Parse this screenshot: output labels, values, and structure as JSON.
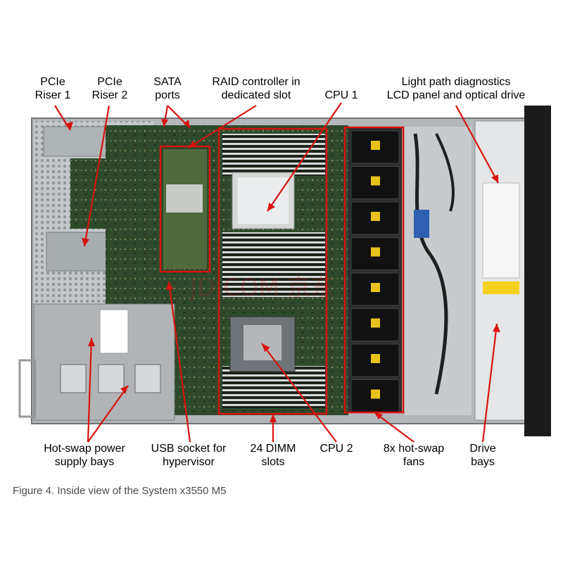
{
  "labels_top": {
    "pcie_riser_1": [
      "PCIe",
      "Riser 1"
    ],
    "pcie_riser_2": [
      "PCIe",
      "Riser 2"
    ],
    "sata_ports": [
      "SATA",
      "ports"
    ],
    "raid_controller": [
      "RAID controller in",
      "dedicated slot"
    ],
    "cpu_1": [
      "CPU 1"
    ],
    "light_path": [
      "Light path diagnostics",
      "LCD panel and optical drive"
    ]
  },
  "labels_bottom": {
    "power_supply_bays": [
      "Hot-swap power",
      "supply bays"
    ],
    "usb_socket": [
      "USB socket for",
      "hypervisor"
    ],
    "dimm_slots": [
      "24 DIMM",
      "slots"
    ],
    "cpu_2": [
      "CPU 2"
    ],
    "fans": [
      "8x hot-swap",
      "fans"
    ],
    "drive_bays": [
      "Drive",
      "bays"
    ]
  },
  "caption": "Figure 4. Inside view of the System x3550 M5",
  "watermark": "JD.COM 京东",
  "colors": {
    "callout": "#d9120f",
    "chassis": "#b9bdc0",
    "board": "#2f4a2a",
    "fan": "#111111",
    "fan_sticker": "#e8c21a",
    "warning_sticker": "#f2d21c"
  }
}
